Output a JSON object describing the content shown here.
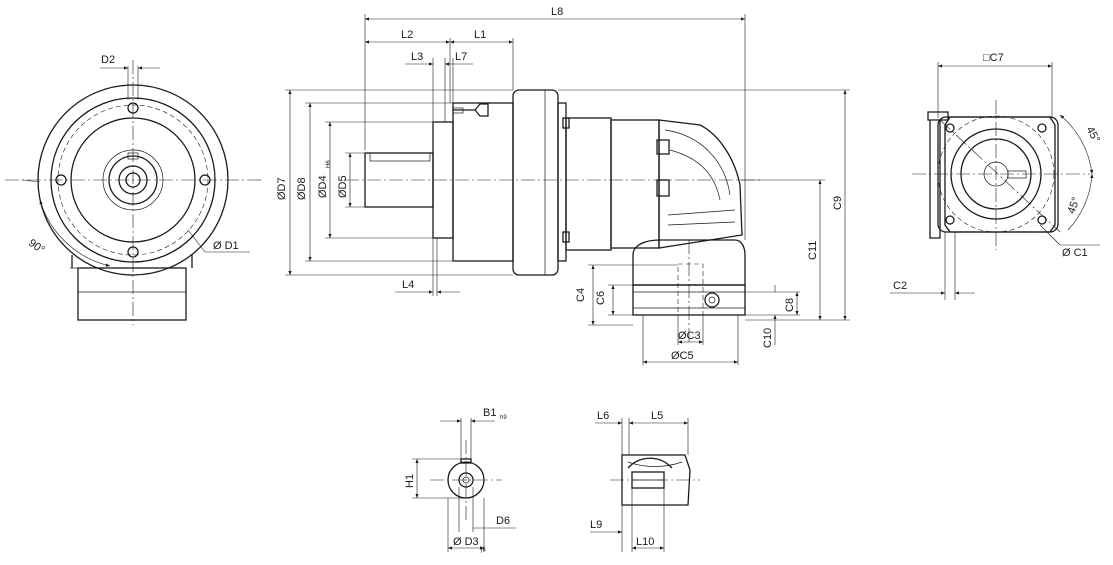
{
  "labels": {
    "D2": "D2",
    "D1": "Ø D1",
    "angle90": "90°",
    "L8": "L8",
    "L2": "L2",
    "L1": "L1",
    "L3": "L3",
    "L7": "L7",
    "L4": "L4",
    "D7": "ØD7",
    "D8": "ØD8",
    "D4": "ØD4",
    "D4_tol": "H6",
    "D5": "ØD5",
    "C9": "C9",
    "C11": "C11",
    "C4": "C4",
    "C6": "C6",
    "C8": "C8",
    "C10": "C10",
    "C3": "ØC3",
    "C5": "ØC5",
    "C7": "□C7",
    "angle45_top": "45°",
    "angle45_side": "45°",
    "C1": "Ø C1",
    "C2": "C2",
    "B1": "B1",
    "B1_tol": "h9",
    "H1": "H1",
    "D6": "D6",
    "D3": "Ø D3",
    "D3_tol": "j6",
    "L6": "L6",
    "L5": "L5",
    "L9": "L9",
    "L10": "L10"
  }
}
